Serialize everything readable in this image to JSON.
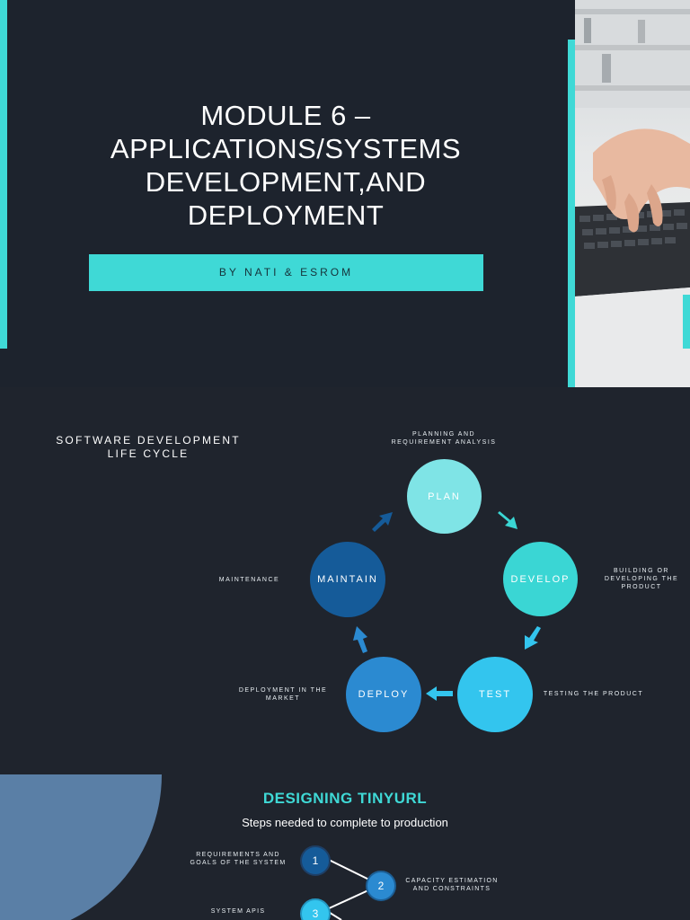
{
  "slide1": {
    "title": "MODULE 6 – APPLICATIONS/SYSTEMS DEVELOPMENT,AND DEPLOYMENT",
    "byline": "BY NATI & ESROM",
    "photo_icon": "laptop-typing-photo"
  },
  "slide2": {
    "title": "SOFTWARE DEVELOPMENT LIFE CYCLE",
    "stages": [
      {
        "label": "PLAN",
        "note": "PLANNING AND REQUIREMENT ANALYSIS",
        "color": "#7fe4e6"
      },
      {
        "label": "DEVELOP",
        "note": "BUILDING OR DEVELOPING THE PRODUCT",
        "color": "#3ad6d4"
      },
      {
        "label": "TEST",
        "note": "TESTING THE PRODUCT",
        "color": "#33c5ee"
      },
      {
        "label": "DEPLOY",
        "note": "DEPLOYMENT IN THE MARKET",
        "color": "#2b8ad1"
      },
      {
        "label": "MAINTAIN",
        "note": "MAINTENANCE",
        "color": "#155b99"
      }
    ]
  },
  "slide3": {
    "title": "DESIGNING TINYURL",
    "subtitle": "Steps needed to complete to production",
    "steps": [
      {
        "number": "1",
        "label": "REQUIREMENTS AND GOALS OF THE SYSTEM",
        "color": "#155b99"
      },
      {
        "number": "2",
        "label": "CAPACITY ESTIMATION AND CONSTRAINTS",
        "color": "#2b8ad1"
      },
      {
        "number": "3",
        "label": "SYSTEM APIS",
        "color": "#33c5ee"
      }
    ]
  }
}
